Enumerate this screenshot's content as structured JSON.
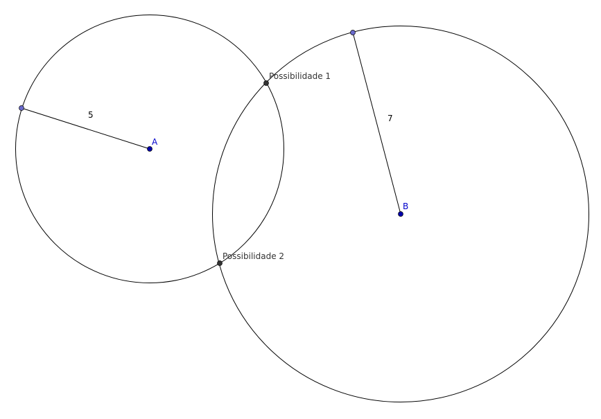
{
  "colors": {
    "center_point": "#0000aa",
    "radius_point": "#6a6acc",
    "intersection_point": "#333333",
    "stroke": "#000000",
    "center_label": "#0000cc",
    "intersection_label": "#333333"
  },
  "circle_a": {
    "center_label": "A",
    "radius_label": "5"
  },
  "circle_b": {
    "center_label": "B",
    "radius_label": "7"
  },
  "intersections": {
    "upper_label": "Possibilidade 1",
    "lower_label": "Possibilidade 2"
  }
}
